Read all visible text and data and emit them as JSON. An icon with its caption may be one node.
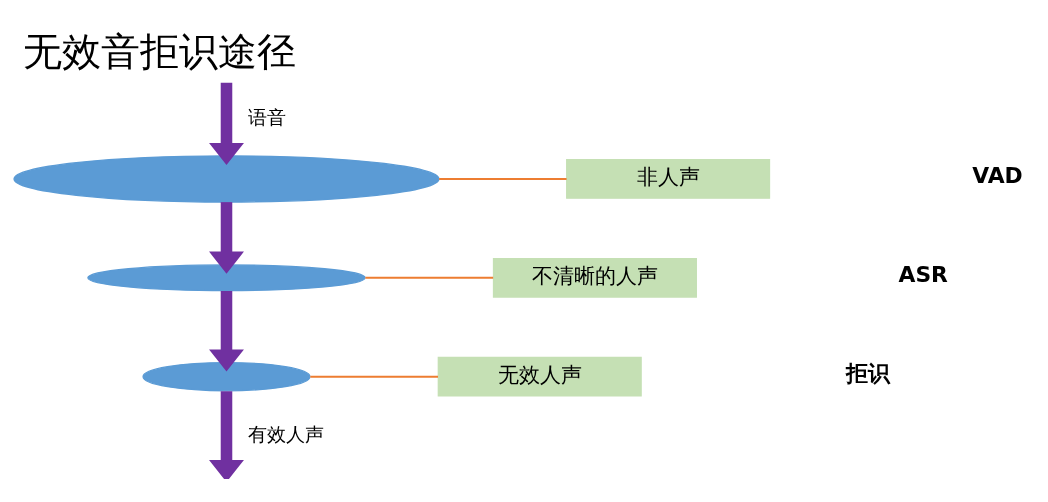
{
  "diagram": {
    "title": "无效音拒识途径",
    "nodes": [
      {
        "text": [],
        "shape": "ellipse"
      },
      {
        "text": [
          "非人声"
        ]
      },
      {
        "text": [],
        "shape": "ellipse"
      },
      {
        "text": [
          "不清晰的人声"
        ]
      },
      {
        "text": [],
        "shape": "ellipse"
      },
      {
        "text": [
          "无效人声"
        ]
      }
    ],
    "edges": [
      {
        "from": null,
        "to": 0,
        "arrow": "to",
        "label": "语音"
      },
      {
        "from": 0,
        "to": 1,
        "arrow": "none",
        "color": "#ed7d31"
      },
      {
        "from": 0,
        "to": 2,
        "arrow": "to"
      },
      {
        "from": 2,
        "to": 3,
        "arrow": "none",
        "color": "#ed7d31"
      },
      {
        "from": 2,
        "to": 4,
        "arrow": "to"
      },
      {
        "from": 4,
        "to": 5,
        "arrow": "none",
        "color": "#ed7d31"
      },
      {
        "from": 4,
        "to": null,
        "arrow": "to",
        "label": "有效人声"
      }
    ],
    "labels": [
      "VAD",
      "ASR",
      "拒识"
    ]
  }
}
